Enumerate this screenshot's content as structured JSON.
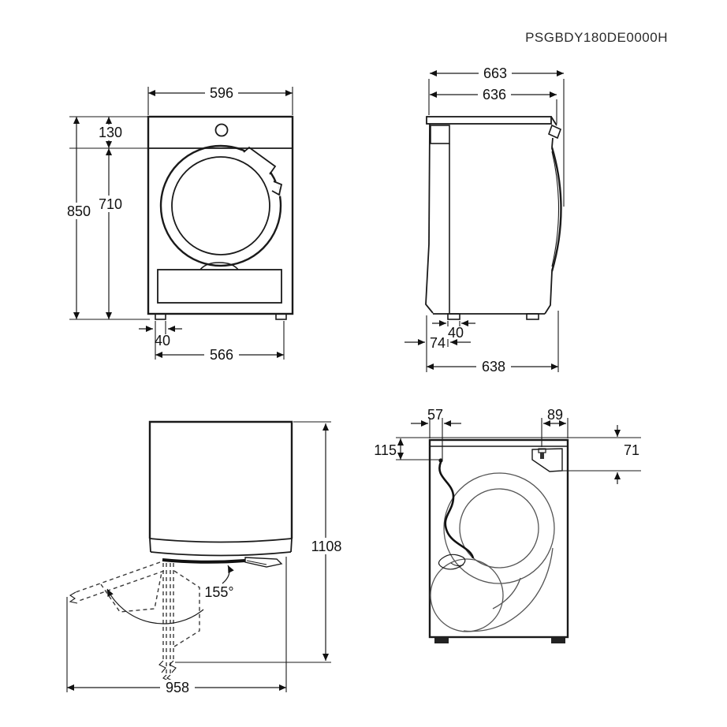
{
  "product_code": "PSGBDY180DE0000H",
  "front_view": {
    "width": "596",
    "control_panel_height": "130",
    "total_height": "850",
    "body_height": "710",
    "foot_width": "40",
    "feet_distance": "566"
  },
  "side_view": {
    "total_depth": "663",
    "body_depth": "636",
    "foot_width": "40",
    "rear_gap": "74",
    "base_depth": "638"
  },
  "door_view": {
    "depth_door_open": "1108",
    "door_opening_angle": "155°",
    "width_door_open": "958"
  },
  "top_view": {
    "cord_from_left": "57",
    "hose_from_right": "89",
    "cord_from_back": "115",
    "hose_from_back": "71"
  }
}
